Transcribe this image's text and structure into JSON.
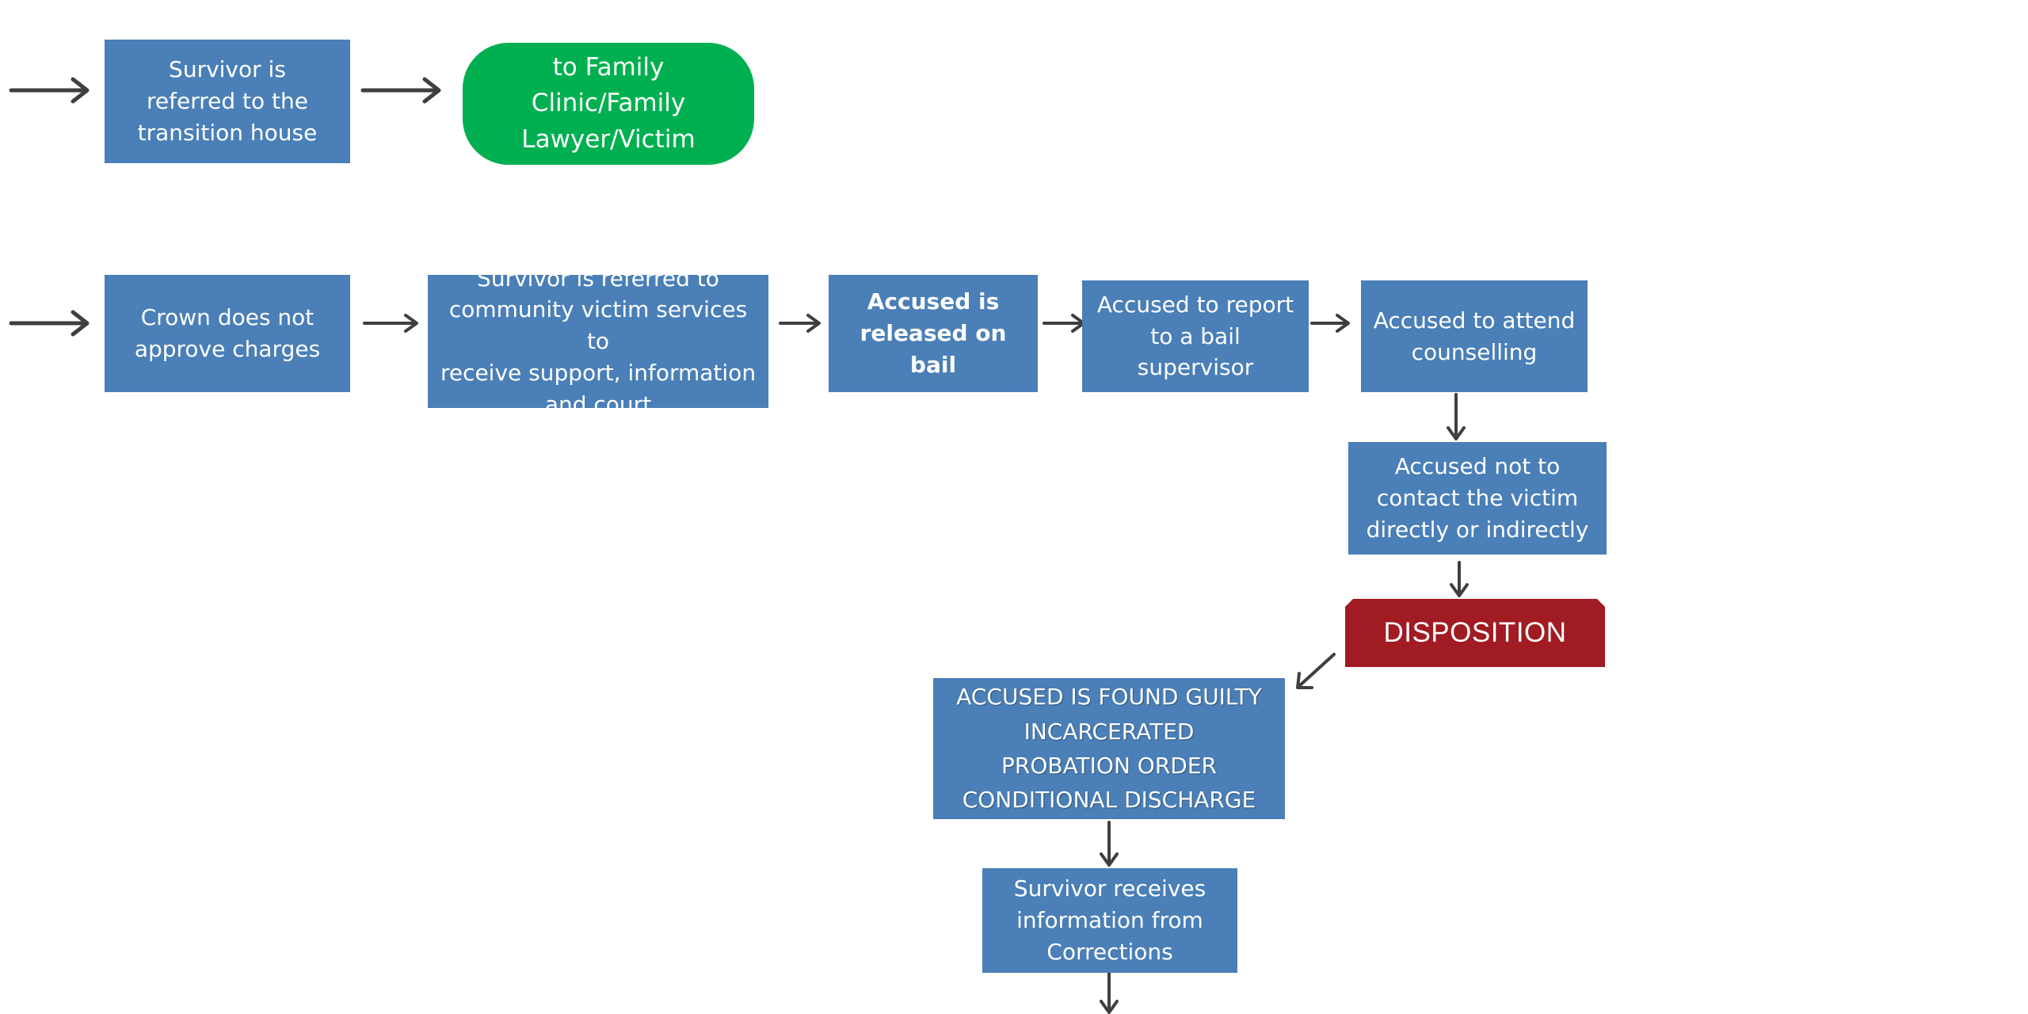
{
  "nodes": {
    "transition_house": "Survivor is\nreferred to the\ntransition house",
    "family_clinic": "to Family\nClinic/Family\nLawyer/Victim",
    "crown": "Crown does not\napprove charges",
    "community_services": "Survivor is referred to\ncommunity victim services to\nreceive support, information\nand court",
    "bail": "Accused is\nreleased on bail",
    "bail_supervisor": "Accused to report\nto a bail\nsupervisor",
    "counselling": "Accused to attend\ncounselling",
    "no_contact": "Accused not to\ncontact the victim\ndirectly or indirectly",
    "disposition": "DISPOSITION",
    "guilty": "ACCUSED IS FOUND GUILTY\nINCARCERATED\nPROBATION ORDER\nCONDITIONAL DISCHARGE",
    "corrections": "Survivor receives\ninformation from\nCorrections"
  },
  "colors": {
    "box": "#4a7fb7",
    "pill": "#00b050",
    "disposition": "#a01b22",
    "arrow": "#3f3f3f"
  }
}
